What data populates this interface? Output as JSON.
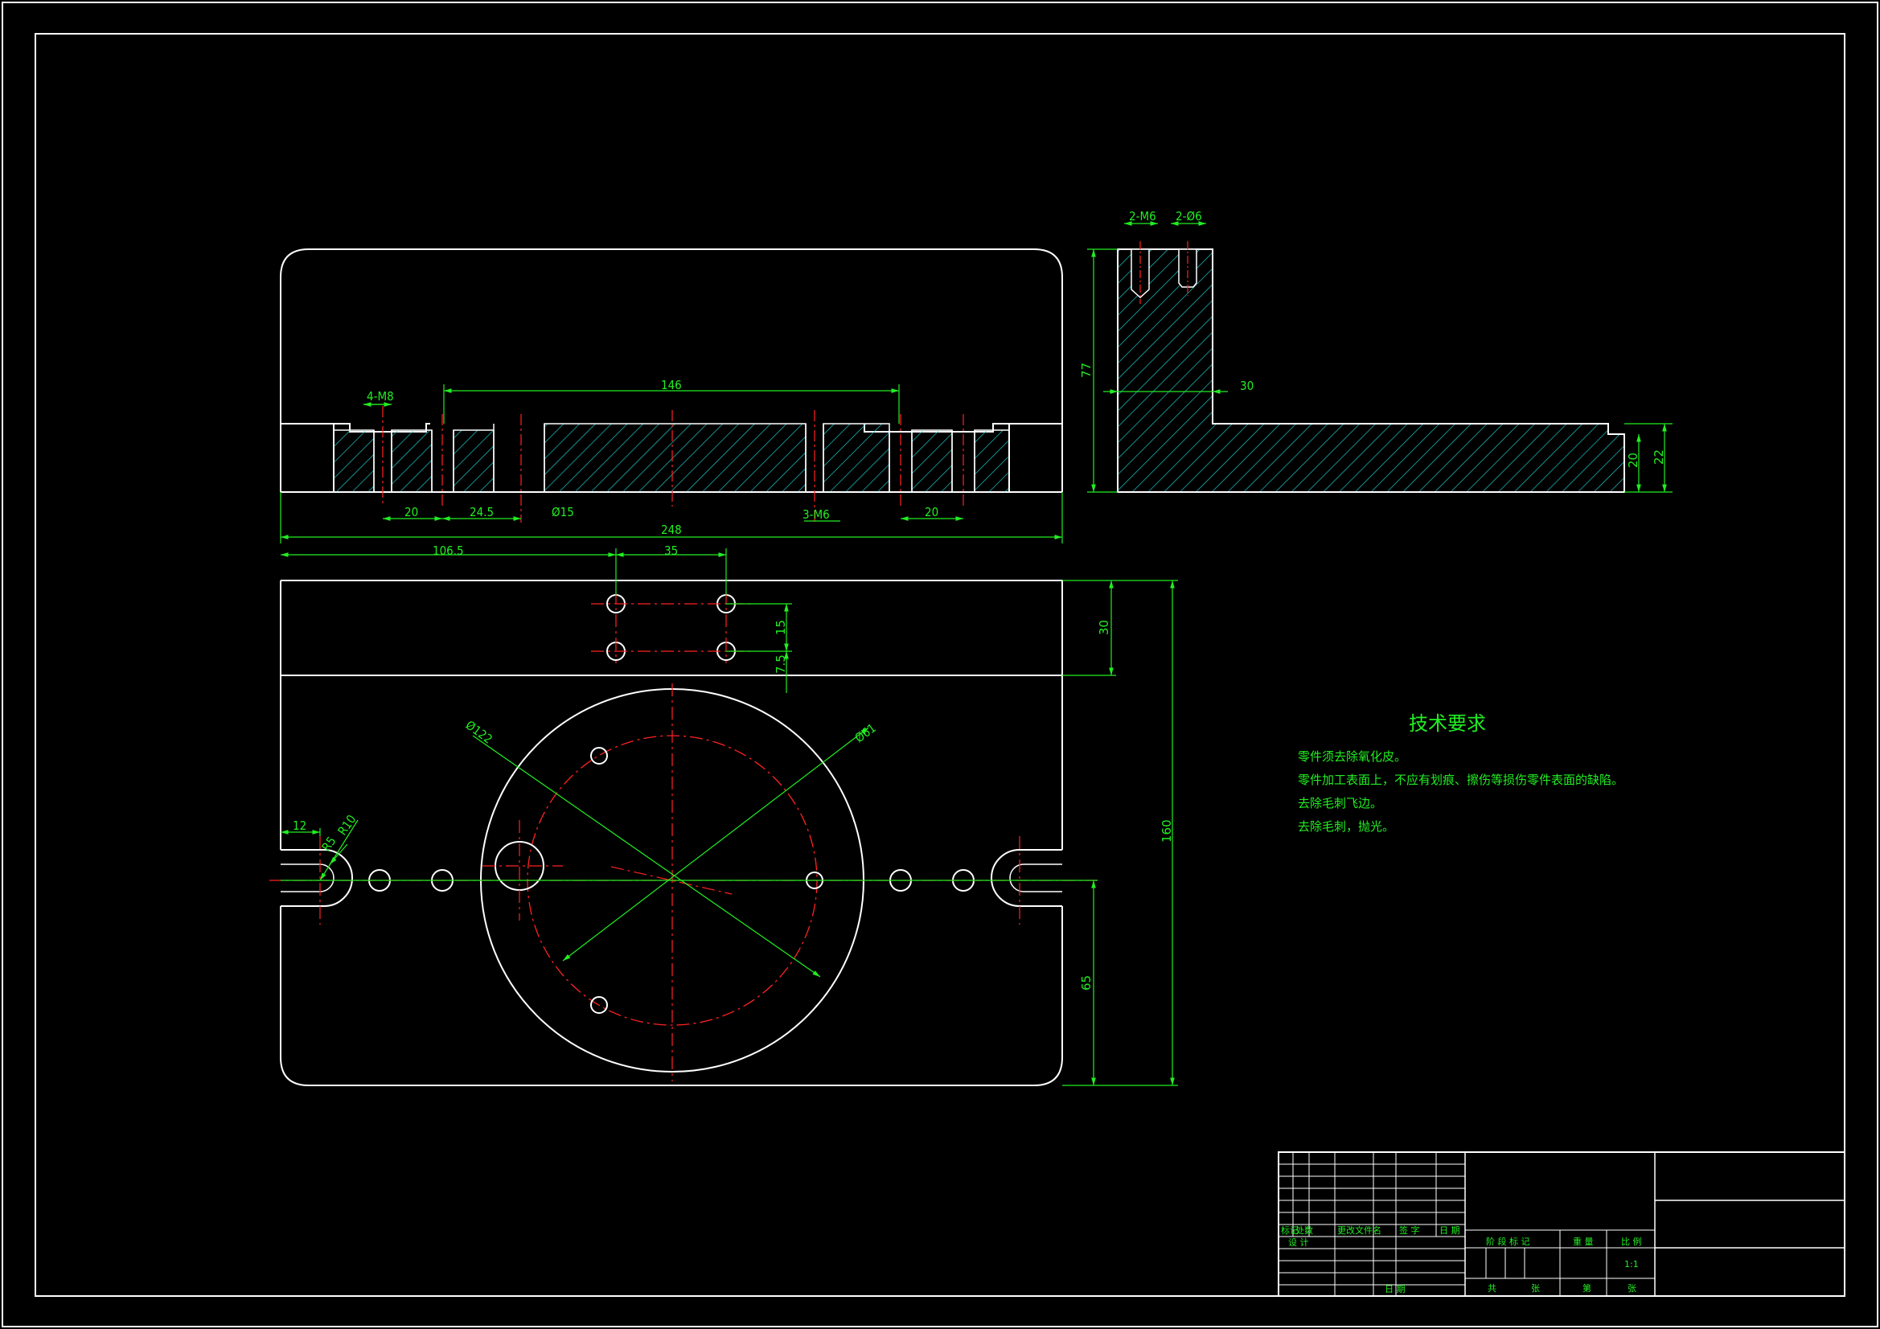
{
  "colors": {
    "background": "#000000",
    "outline": "#ffffff",
    "dimension": "#22ee22",
    "centerline": "#ff2222",
    "hatch": "#20c8c8"
  },
  "dimensions": {
    "front_view": {
      "holes_4m8": "4-M8",
      "len_146": "146",
      "len_20_left": "20",
      "len_24_5": "24.5",
      "dia_15": "Ø15",
      "holes_3m6": "3-M6",
      "len_20_right": "20",
      "len_248": "248"
    },
    "side_view": {
      "holes_2m6": "2-M6",
      "holes_2d6": "2-Ø6",
      "height_77": "77",
      "width_30": "30",
      "height_20": "20",
      "height_22": "22"
    },
    "top_view": {
      "len_106_5": "106.5",
      "len_35": "35",
      "len_15": "15",
      "len_7_5": "7.5",
      "len_30": "30",
      "len_160": "160",
      "len_65": "65",
      "len_12": "12",
      "radius_10": "R10",
      "radius_5": "R5",
      "dia_122": "Ø122",
      "dia_61": "Ø61"
    }
  },
  "technical_requirements": {
    "title": "技术要求",
    "lines": [
      "零件须去除氧化皮。",
      "零件加工表面上，不应有划痕、擦伤等损伤零件表面的缺陷。",
      "去除毛刺飞边。",
      "去除毛刺，抛光。"
    ]
  },
  "title_block": {
    "rev_headers": [
      "标记",
      "处数",
      "更改文件名",
      "签 字",
      "日 期"
    ],
    "design_label": "设 计",
    "date_label": "日 期",
    "stage_mark_label": "阶 段 标 记",
    "weight_label": "重 量",
    "scale_label": "比 例",
    "scale_value": "1:1",
    "total_label": "共",
    "sheet_label": "张",
    "nth_label": "第",
    "sheet_label2": "张"
  }
}
